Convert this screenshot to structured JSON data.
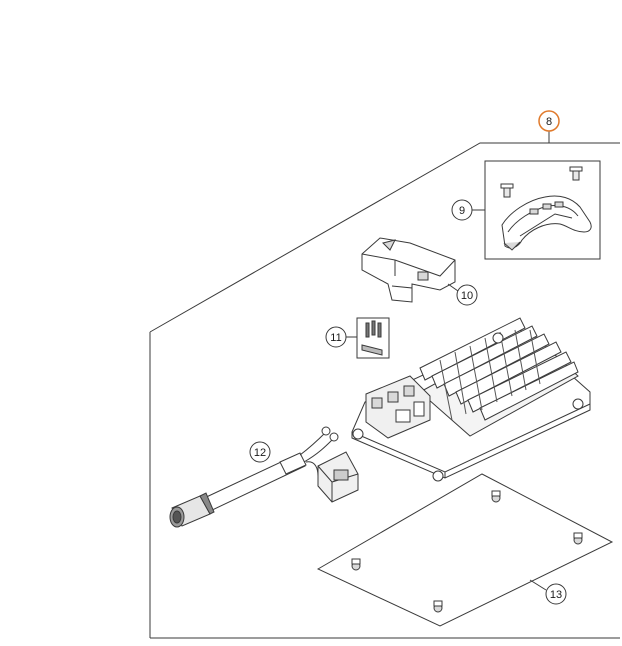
{
  "callouts": {
    "c8": "8",
    "c9": "9",
    "c10": "10",
    "c11": "11",
    "c12": "12",
    "c13": "13"
  },
  "colors": {
    "line": "#3a3a3a",
    "highlight": "#e07a2c",
    "part_fill": "#ffffff",
    "shade": "#d9d9d9",
    "dark": "#555555"
  },
  "icons": {
    "assembly": "charger-assembly-illustration",
    "handle": "handle-part-illustration",
    "cover": "terminal-cover-illustration",
    "screws": "screw-set-illustration",
    "cable": "cable-connector-illustration",
    "plate": "base-plate-illustration"
  }
}
